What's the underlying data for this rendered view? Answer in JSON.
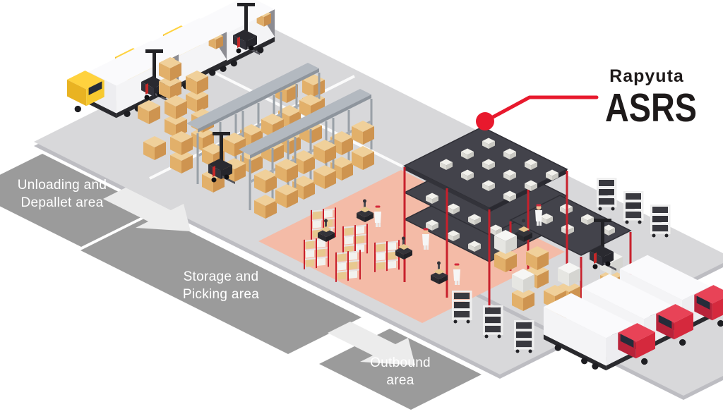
{
  "areas": {
    "unloading": {
      "line1": "Unloading and",
      "line2": "Depallet area"
    },
    "storage": {
      "line1": "Storage and",
      "line2": "Picking area"
    },
    "outbound": {
      "line1": "Outbound",
      "line2": "area"
    }
  },
  "logo": {
    "brand": "Rapyuta",
    "product": "ASRS"
  },
  "colors": {
    "accent_red": "#E8192D",
    "asrs_column_red": "#C8202C",
    "floor_gray": "#D8D8DA",
    "floor_edge_gray": "#BDBDC2",
    "zone_band_gray": "#9B9B9B",
    "arrow_white": "#ECECEC",
    "salmon_zone": "#F4BBA7",
    "box_tan": "#E8B877",
    "rack_steel_gray": "#B3B9C0",
    "truck_cab_yellow": "#F7C92F",
    "truck_cab_red": "#D5293D",
    "trailer_white": "#F4F4F6",
    "logo_black": "#1E1A1A"
  }
}
